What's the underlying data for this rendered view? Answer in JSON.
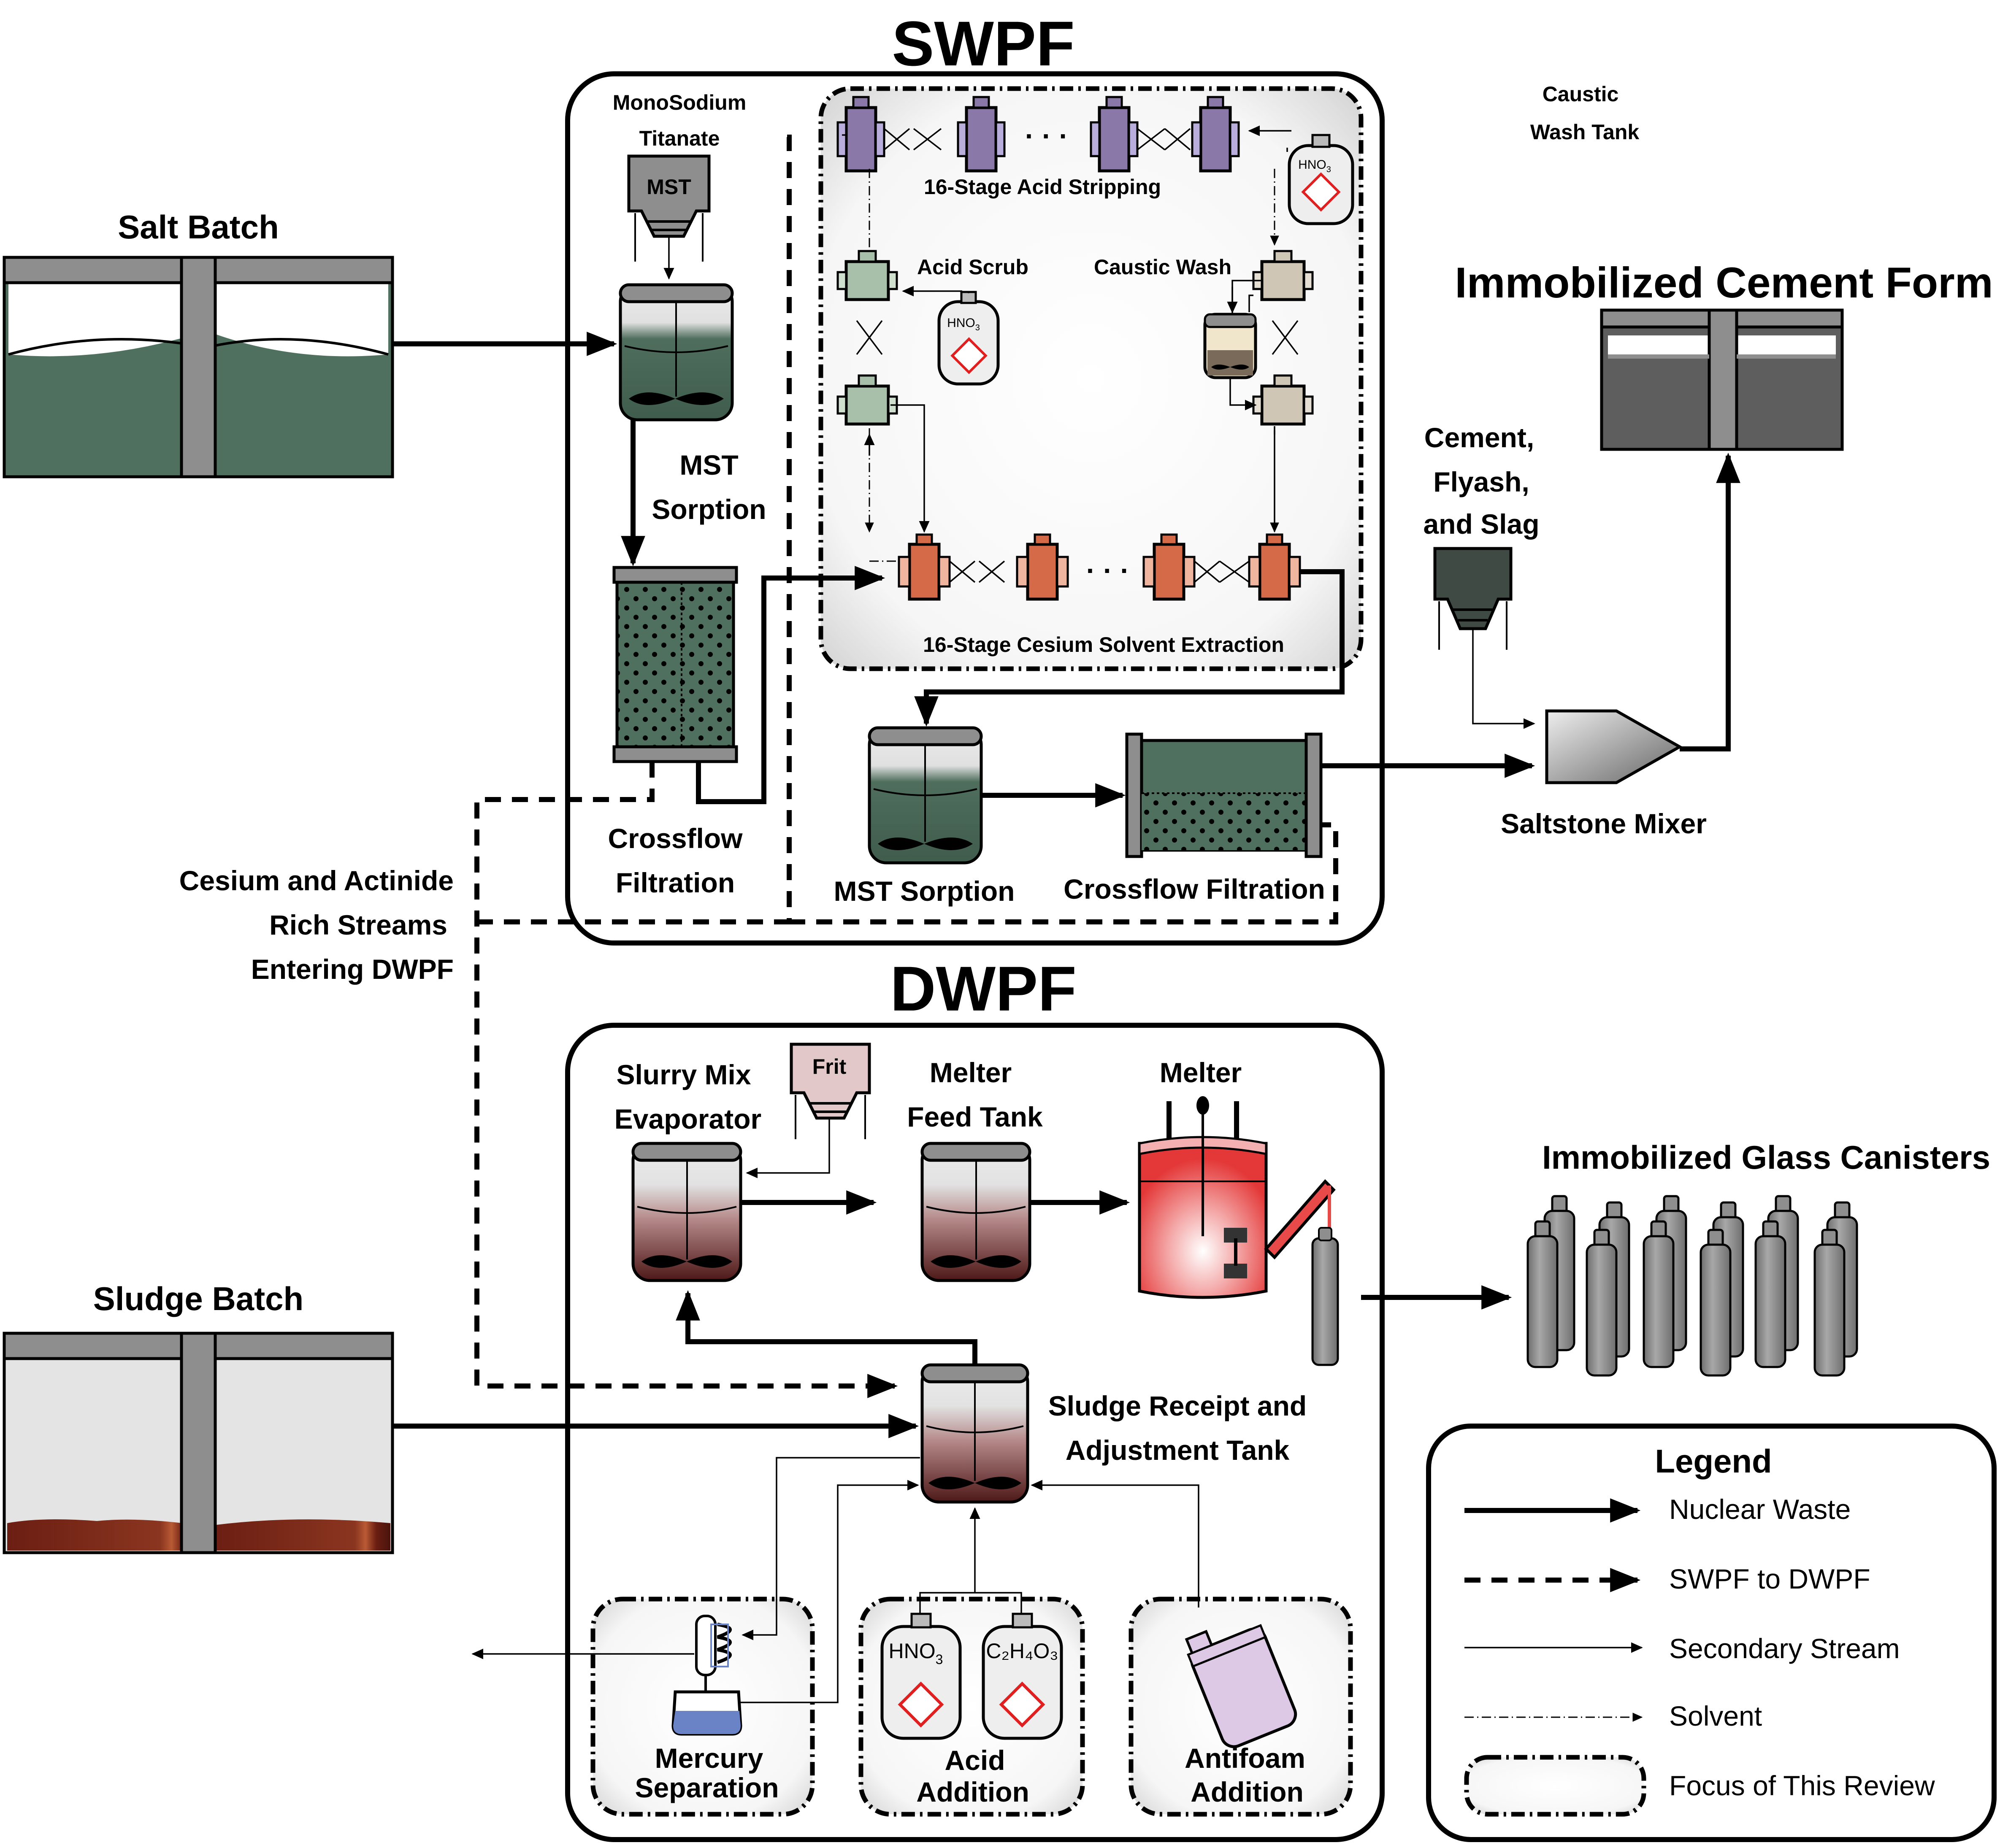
{
  "titles": {
    "swpf": "SWPF",
    "dwpf": "DWPF"
  },
  "left": {
    "salt_batch": "Salt Batch",
    "sludge_batch": "Sludge Batch",
    "cesium_label": [
      "Cesium and Actinide",
      "Rich Streams",
      "Entering DWPF"
    ]
  },
  "swpf": {
    "mst_chem": [
      "MonoSodium",
      "Titanate"
    ],
    "mst_hopper": "MST",
    "mst_sorption_1": [
      "MST",
      "Sorption"
    ],
    "crossflow_1": [
      "Crossflow",
      "Filtration"
    ],
    "acid_stripping": "16-Stage Acid Stripping",
    "acid_scrub": "Acid Scrub",
    "caustic_wash": "Caustic Wash",
    "cesium_extraction": "16-Stage Cesium Solvent Extraction",
    "mst_sorption_2": "MST Sorption",
    "crossflow_2": "Crossflow Filtration",
    "hno3": "HNO",
    "hno3_sub": "3",
    "dots": "· · ·"
  },
  "right": {
    "caustic_wash_tank": [
      "Caustic",
      "Wash Tank"
    ],
    "cement_form": "Immobilized Cement Form",
    "cement_inputs": [
      "Cement,",
      "Flyash,",
      "and Slag"
    ],
    "saltstone_mixer": "Saltstone Mixer",
    "glass_canisters": "Immobilized Glass Canisters"
  },
  "dwpf": {
    "frit": "Frit",
    "slurry_mix": [
      "Slurry Mix",
      "Evaporator"
    ],
    "melter_feed": [
      "Melter",
      "Feed Tank"
    ],
    "melter": "Melter",
    "srat": [
      "Sludge Receipt and",
      "Adjustment Tank"
    ],
    "mercury": [
      "Mercury",
      "Separation"
    ],
    "acid_addition": [
      "Acid",
      "Addition"
    ],
    "antifoam": [
      "Antifoam",
      "Addition"
    ],
    "hno3": "HNO",
    "hno3_sub": "3",
    "glycolic": "C₂H₄O₃"
  },
  "legend": {
    "title": "Legend",
    "items": [
      "Nuclear Waste",
      "SWPF to DWPF",
      "Secondary Stream",
      "Solvent",
      "Focus of This Review"
    ]
  },
  "colors": {
    "salt_green": "#50705f",
    "tank_gray": "#8e8e8e",
    "sludge_brown": "#5a1d12",
    "strip_purple": "#8a78a8",
    "extract_orange": "#d56a48",
    "scrub_green": "#a8c0aa",
    "wash_beige": "#cfc6b6",
    "melter_red": "#e84a4a",
    "frit_pink": "#e2c8c8",
    "antifoam_lilac": "#ddc8e6",
    "mercury_blue": "#6a82c6"
  }
}
